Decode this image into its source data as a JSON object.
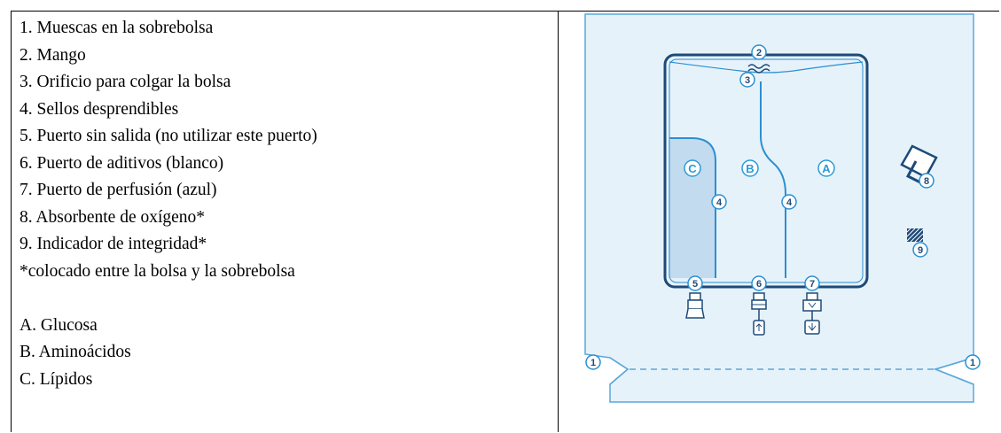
{
  "legend": {
    "items": [
      "1. Muescas en la sobrebolsa",
      "2. Mango",
      "3. Orificio para colgar la bolsa",
      "4. Sellos desprendibles",
      "5. Puerto sin salida (no utilizar este puerto)",
      "6. Puerto de aditivos (blanco)",
      "7. Puerto de perfusión (azul)",
      "8. Absorbente de oxígeno*",
      "9. Indicador de integridad*"
    ],
    "footnote": "*colocado entre la bolsa y la sobrebolsa",
    "chambers": [
      "A. Glucosa",
      "B. Aminoácidos",
      "C. Lípidos"
    ]
  },
  "diagram": {
    "colors": {
      "overpouch_fill": "#e6f2fa",
      "overpouch_stroke": "#5aa8d8",
      "bag_stroke": "#1e4a78",
      "lipid_fill": "#c3dbef",
      "badge_stroke": "#2a8fd0",
      "chamber_letter": "#2a9bd8"
    },
    "badges": {
      "notch": "1",
      "handle": "2",
      "hanger": "3",
      "seal": "4",
      "port_dead": "5",
      "port_additive": "6",
      "port_infusion": "7",
      "absorber": "8",
      "indicator": "9"
    },
    "chambers": {
      "c": "C",
      "b": "B",
      "a": "A"
    }
  }
}
